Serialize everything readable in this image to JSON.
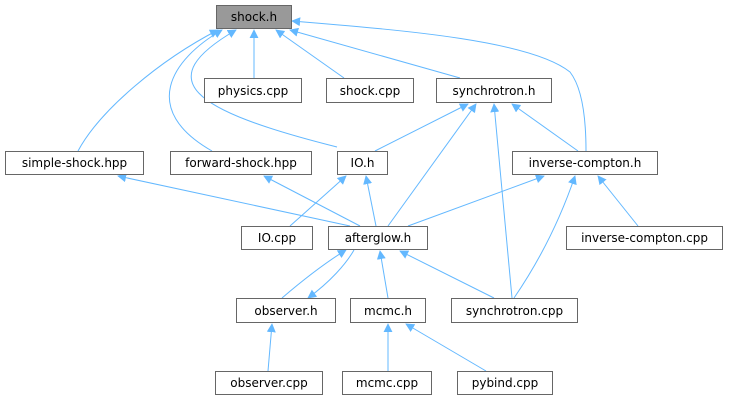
{
  "graph": {
    "edge_color": "#63b8ff",
    "root_fill": "#999999",
    "node_border": "#666666",
    "nodes": [
      {
        "id": "shock_h",
        "label": "shock.h"
      },
      {
        "id": "physics_cpp",
        "label": "physics.cpp"
      },
      {
        "id": "shock_cpp",
        "label": "shock.cpp"
      },
      {
        "id": "synchrotron_h",
        "label": "synchrotron.h"
      },
      {
        "id": "simple_shock_hpp",
        "label": "simple-shock.hpp"
      },
      {
        "id": "forward_shock_hpp",
        "label": "forward-shock.hpp"
      },
      {
        "id": "io_h",
        "label": "IO.h"
      },
      {
        "id": "inverse_compton_h",
        "label": "inverse-compton.h"
      },
      {
        "id": "io_cpp",
        "label": "IO.cpp"
      },
      {
        "id": "afterglow_h",
        "label": "afterglow.h"
      },
      {
        "id": "inverse_compton_cpp",
        "label": "inverse-compton.cpp"
      },
      {
        "id": "observer_h",
        "label": "observer.h"
      },
      {
        "id": "mcmc_h",
        "label": "mcmc.h"
      },
      {
        "id": "synchrotron_cpp",
        "label": "synchrotron.cpp"
      },
      {
        "id": "observer_cpp",
        "label": "observer.cpp"
      },
      {
        "id": "mcmc_cpp",
        "label": "mcmc.cpp"
      },
      {
        "id": "pybind_cpp",
        "label": "pybind.cpp"
      }
    ],
    "edges": [
      {
        "from": "shock_h",
        "to": "physics_cpp"
      },
      {
        "from": "shock_h",
        "to": "shock_cpp"
      },
      {
        "from": "shock_h",
        "to": "synchrotron_h"
      },
      {
        "from": "shock_h",
        "to": "simple_shock_hpp"
      },
      {
        "from": "shock_h",
        "to": "forward_shock_hpp"
      },
      {
        "from": "shock_h",
        "to": "io_h"
      },
      {
        "from": "shock_h",
        "to": "inverse_compton_h"
      },
      {
        "from": "synchrotron_h",
        "to": "io_h"
      },
      {
        "from": "synchrotron_h",
        "to": "inverse_compton_h"
      },
      {
        "from": "synchrotron_h",
        "to": "afterglow_h"
      },
      {
        "from": "synchrotron_h",
        "to": "synchrotron_cpp"
      },
      {
        "from": "simple_shock_hpp",
        "to": "afterglow_h"
      },
      {
        "from": "forward_shock_hpp",
        "to": "afterglow_h"
      },
      {
        "from": "io_h",
        "to": "io_cpp"
      },
      {
        "from": "io_h",
        "to": "afterglow_h"
      },
      {
        "from": "inverse_compton_h",
        "to": "afterglow_h"
      },
      {
        "from": "inverse_compton_h",
        "to": "inverse_compton_cpp"
      },
      {
        "from": "inverse_compton_h",
        "to": "synchrotron_cpp"
      },
      {
        "from": "afterglow_h",
        "to": "observer_h"
      },
      {
        "from": "observer_h",
        "to": "afterglow_h"
      },
      {
        "from": "afterglow_h",
        "to": "mcmc_h"
      },
      {
        "from": "afterglow_h",
        "to": "synchrotron_cpp"
      },
      {
        "from": "observer_h",
        "to": "observer_cpp"
      },
      {
        "from": "mcmc_h",
        "to": "mcmc_cpp"
      },
      {
        "from": "mcmc_h",
        "to": "pybind_cpp"
      }
    ]
  }
}
